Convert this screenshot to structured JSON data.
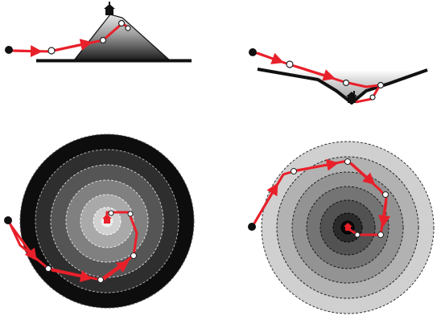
{
  "colors": {
    "path": "#e8202a",
    "ground": "#111111",
    "dot_fill": "#ffffff",
    "dot_stroke": "#222222",
    "start_dot": "#111111"
  },
  "icons": {
    "peak_marker": "house-marker-icon",
    "valley_marker": "house-marker-icon"
  },
  "panels": [
    {
      "name": "hill-profile-panel",
      "kind": "cross-section",
      "shape": "hill"
    },
    {
      "name": "valley-profile-panel",
      "kind": "cross-section",
      "shape": "valley"
    },
    {
      "name": "hill-contour-panel",
      "kind": "contour-map",
      "gradient": "dark-outside-light-center"
    },
    {
      "name": "valley-contour-panel",
      "kind": "contour-map",
      "gradient": "light-outside-dark-center"
    }
  ]
}
